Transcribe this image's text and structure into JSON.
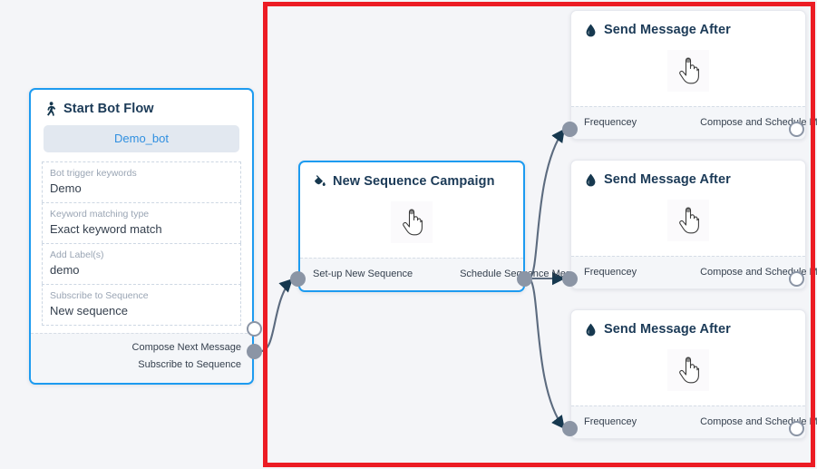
{
  "canvas": {
    "background_color": "#f4f5f8",
    "highlight_border_color": "#ec1c24"
  },
  "nodes": {
    "start_bot_flow": {
      "title": "Start Bot Flow",
      "icon": "running-person-icon",
      "bot_chip": "Demo_bot",
      "fields": [
        {
          "label": "Bot trigger keywords",
          "value": "Demo"
        },
        {
          "label": "Keyword matching type",
          "value": "Exact keyword match"
        },
        {
          "label": "Add Label(s)",
          "value": "demo"
        },
        {
          "label": "Subscribe to Sequence",
          "value": "New sequence"
        }
      ],
      "outputs": [
        {
          "label": "Compose Next Message",
          "port": "hollow"
        },
        {
          "label": "Subscribe to Sequence",
          "port": "filled"
        }
      ]
    },
    "new_sequence_campaign": {
      "title": "New Sequence Campaign",
      "icon": "paint-pour-icon",
      "body_icon": "pointing-hand-cursor-icon",
      "input_label": "Set-up New Sequence",
      "output_label": "Schedule Sequence Message"
    },
    "send_message_after": [
      {
        "title": "Send Message After",
        "icon": "water-drop-icon",
        "body_icon": "pointing-hand-cursor-icon",
        "input_label": "Frequencey",
        "output_label": "Compose and Schedule Message"
      },
      {
        "title": "Send Message After",
        "icon": "water-drop-icon",
        "body_icon": "pointing-hand-cursor-icon",
        "input_label": "Frequencey",
        "output_label": "Compose and Schedule Message"
      },
      {
        "title": "Send Message After",
        "icon": "water-drop-icon",
        "body_icon": "pointing-hand-cursor-icon",
        "input_label": "Frequencey",
        "output_label": "Compose and Schedule Message"
      }
    ]
  },
  "colors": {
    "node_selected_border": "#1d9bf0",
    "title_text": "#1b3a57",
    "port_fill": "#8b95a5",
    "edge_stroke": "#5c6b7f",
    "bot_chip_bg": "#e2e8f0",
    "bot_chip_text": "#2f8fe0"
  }
}
